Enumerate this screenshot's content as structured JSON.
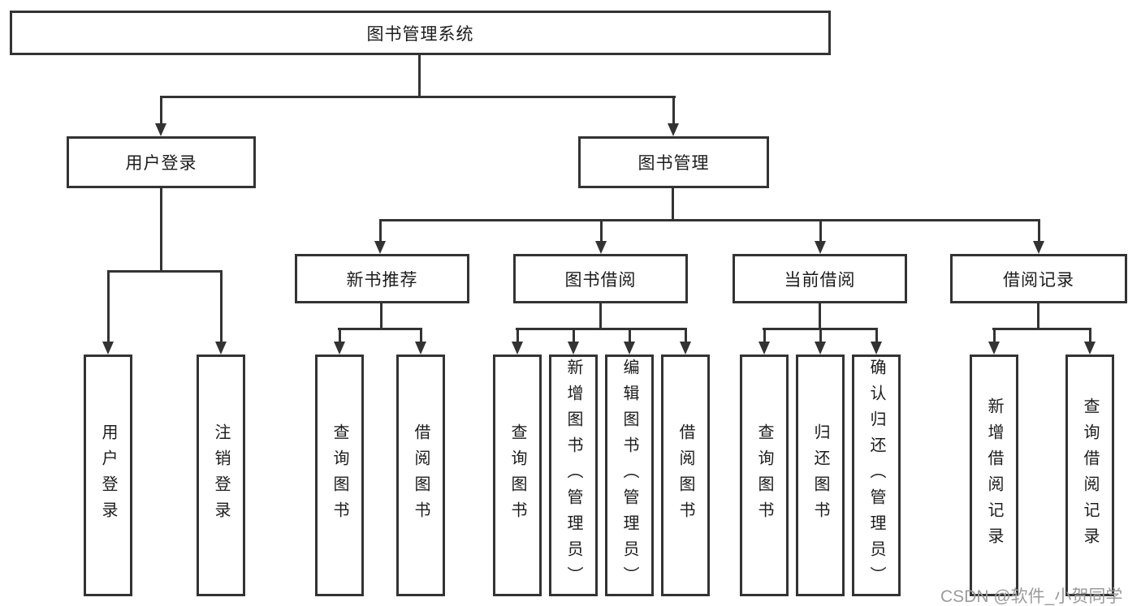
{
  "colors": {
    "line": "#333333",
    "text": "#1c1c1c",
    "watermark": "#9b9b9b",
    "background": "#ffffff"
  },
  "diagram": {
    "type": "hierarchy-tree",
    "root": {
      "label": "图书管理系统"
    },
    "level2": {
      "user_login": {
        "label": "用户登录"
      },
      "book_mgmt": {
        "label": "图书管理"
      }
    },
    "level3": {
      "new_books": {
        "label": "新书推荐"
      },
      "book_borrow": {
        "label": "图书借阅"
      },
      "current_borrow": {
        "label": "当前借阅"
      },
      "borrow_records": {
        "label": "借阅记录"
      }
    },
    "leaves": {
      "user_login": {
        "label": "用户登录"
      },
      "logout": {
        "label": "注销登录"
      },
      "nb_search_books": {
        "label": "查询图书"
      },
      "nb_borrow_books": {
        "label": "借阅图书"
      },
      "bb_search_books": {
        "label": "查询图书"
      },
      "bb_add_books": {
        "label": "新增图书（管理员）"
      },
      "bb_edit_books": {
        "label": "编辑图书（管理员）"
      },
      "bb_borrow_books": {
        "label": "借阅图书"
      },
      "cb_search_books": {
        "label": "查询图书"
      },
      "cb_return_books": {
        "label": "归还图书"
      },
      "cb_confirm_return": {
        "label": "确认归还（管理员）"
      },
      "br_add_record": {
        "label": "新增借阅记录"
      },
      "br_search_record": {
        "label": "查询借阅记录"
      }
    }
  },
  "watermark": {
    "text": "CSDN @软件_小贺同学"
  }
}
